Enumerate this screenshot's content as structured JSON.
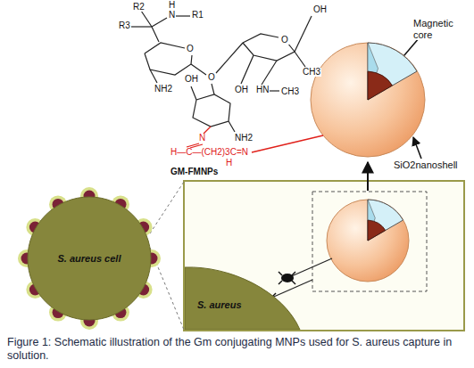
{
  "diagram": {
    "caption": "Figure 1: Schematic illustration of the Gm conjugating MNPs used for S. aureus capture in solution.",
    "nodes": [
      {
        "text": [
          "S. aureus cell"
        ]
      },
      {
        "text": [
          "S. aureus"
        ]
      }
    ],
    "labels": [
      "R2",
      "H",
      "N",
      "R1",
      "R3",
      "O",
      "NH2",
      "OH",
      "O",
      "NH2",
      "OH",
      "O",
      "CH3",
      "OH",
      "HN",
      "CH3",
      "N",
      "H—C—(CH2)3C=N",
      "H",
      "GM-FMNPs",
      "Magnetic core",
      "SiO2nanoshell"
    ]
  }
}
